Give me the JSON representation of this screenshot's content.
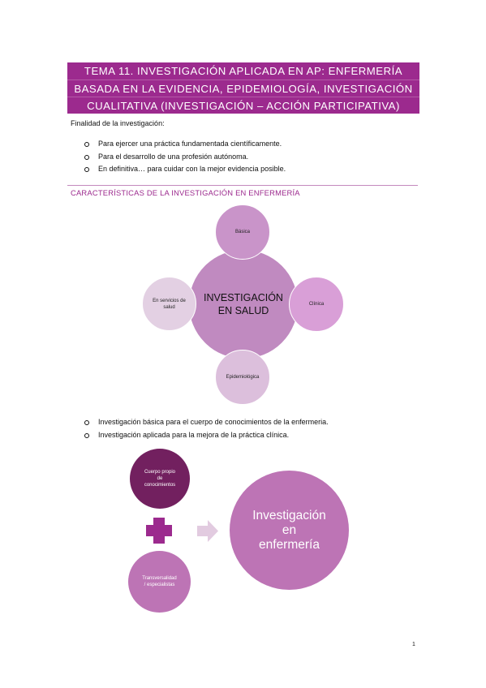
{
  "title": {
    "line1": "TEMA 11. INVESTIGACIÓN APLICADA EN AP: ENFERMERÍA",
    "line2": "BASADA EN LA EVIDENCIA, EPIDEMIOLOGÍA, INVESTIGACIÓN",
    "line3": "CUALITATIVA (INVESTIGACIÓN – ACCIÓN PARTICIPATIVA)"
  },
  "intro": "Finalidad de la investigación:",
  "purposes": [
    "Para ejercer una práctica fundamentada científicamente.",
    "Para el desarrollo de una profesión autónoma.",
    "En definitiva… para cuidar con la mejor evidencia posible."
  ],
  "section_heading": "CARACTERÍSTICAS DE LA INVESTIGACIÓN EN ENFERMERÍA",
  "diagram1": {
    "center_line1": "INVESTIGACIÓN",
    "center_line2": "EN SALUD",
    "top": "Básica",
    "left_line1": "En servicios de",
    "left_line2": "salud",
    "right": "Clínica",
    "bottom": "Epidemiológica"
  },
  "types": [
    "Investigación básica para el cuerpo de conocimientos de la enfermeria.",
    "Investigación aplicada para la mejora de la práctica clínica."
  ],
  "diagram2": {
    "top_line1": "Cuerpo propio",
    "top_line2": "de",
    "top_line3": "conocimientos",
    "bottom_line1": "Transversalidad",
    "bottom_line2": "/ especialistas",
    "result_line1": "Investigación",
    "result_line2": "en",
    "result_line3": "enfermería"
  },
  "page_number": "1",
  "colors": {
    "accent": "#9c2a8e",
    "dark_plum": "#72205f",
    "orchid": "#bd74b5"
  }
}
